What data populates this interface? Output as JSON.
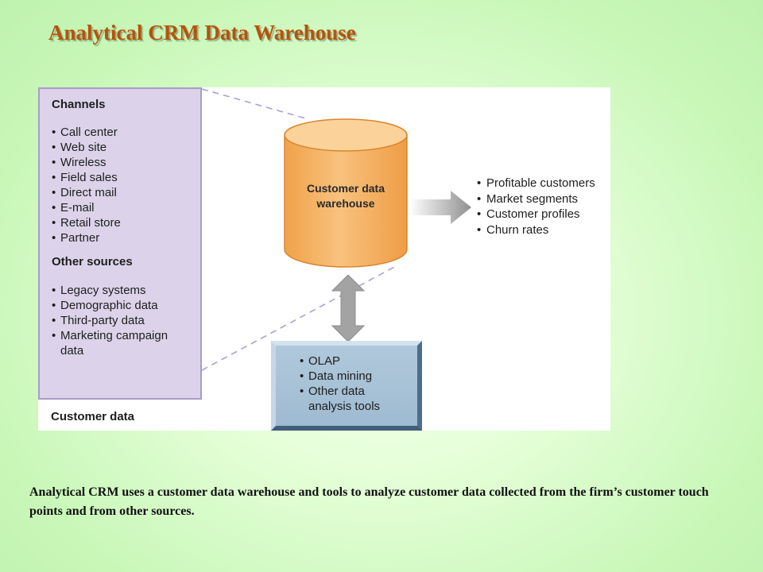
{
  "title": "Analytical CRM Data Warehouse",
  "diagram": {
    "customer_data_panel": {
      "channels_heading": "Channels",
      "channels": [
        "Call center",
        "Web site",
        "Wireless",
        "Field sales",
        "Direct mail",
        "E-mail",
        "Retail store",
        "Partner"
      ],
      "other_heading": "Other sources",
      "other_sources": [
        "Legacy systems",
        "Demographic data",
        "Third-party data",
        "Marketing campaign data"
      ],
      "footer_label": "Customer data"
    },
    "warehouse": {
      "label_line1": "Customer data",
      "label_line2": "warehouse"
    },
    "outputs": [
      "Profitable customers",
      "Market segments",
      "Customer profiles",
      "Churn rates"
    ],
    "tools": [
      "OLAP",
      "Data mining",
      "Other data analysis tools"
    ],
    "colors": {
      "panel_fill": "#dcd3ea",
      "cylinder_fill": "#f5b868",
      "tools_fill": "#a7c1d6",
      "arrow": "#9e9e9e",
      "title": "#b8520a"
    }
  },
  "caption": "Analytical CRM uses a customer data warehouse and tools to analyze customer data collected from the firm’s customer touch points and from other sources."
}
